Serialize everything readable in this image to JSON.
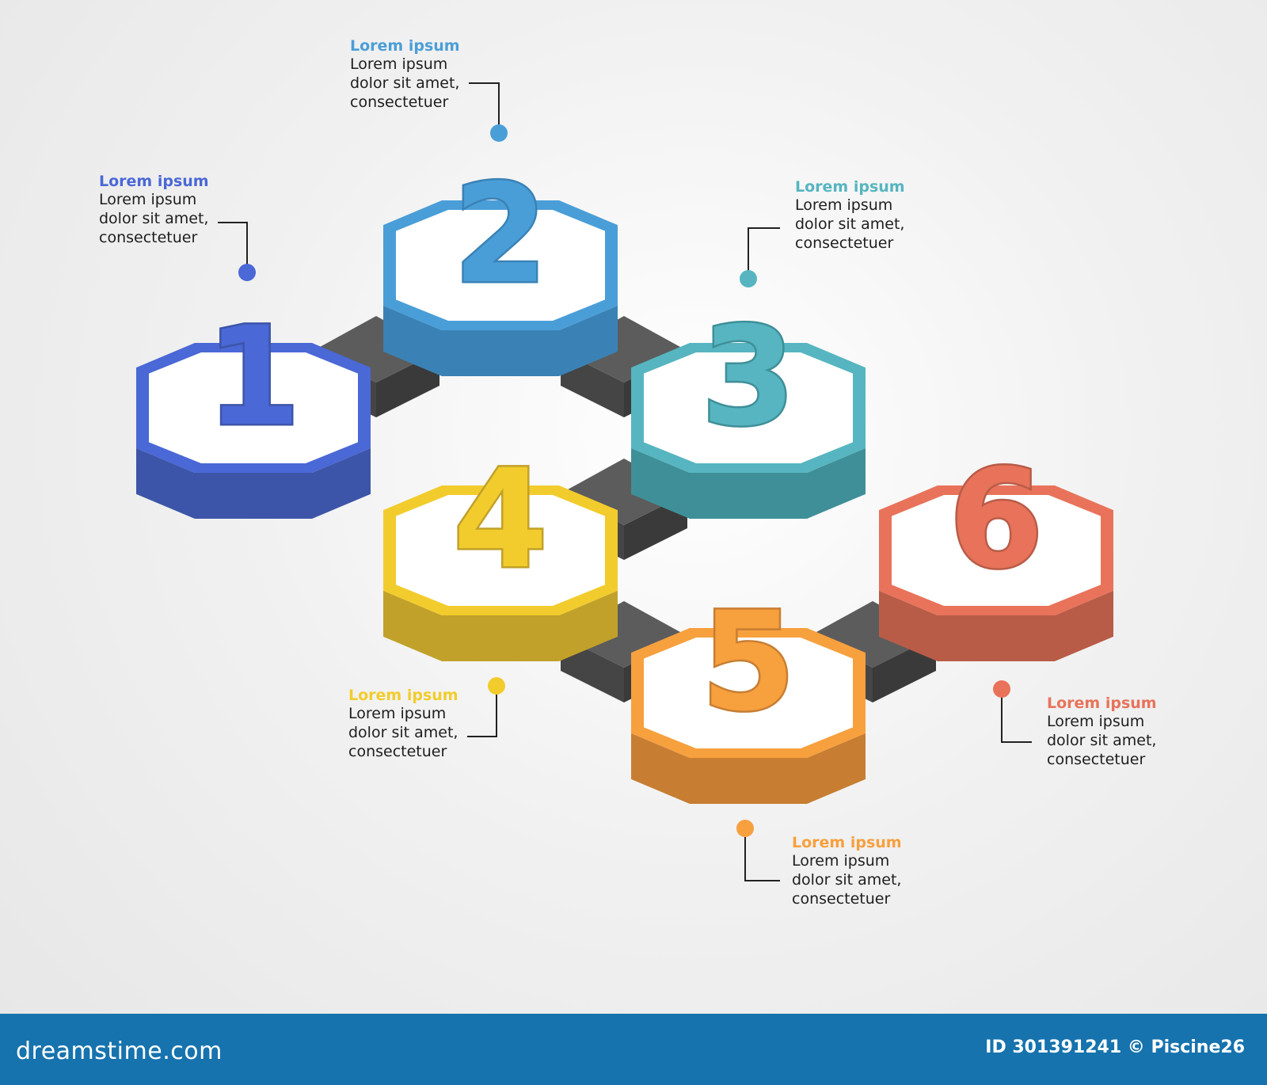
{
  "colors": {
    "step1": "#4a68d6",
    "step1_dark": "#3d55a8",
    "step2": "#4a9ed8",
    "step2_dark": "#3a82b5",
    "step3": "#56b5c0",
    "step3_dark": "#3f8f98",
    "step4": "#f2cc2c",
    "step4_dark": "#c1a12a",
    "step5": "#f7a03e",
    "step5_dark": "#c77e33",
    "step6": "#e8735a",
    "step6_dark": "#b85c48",
    "connector_top": "#5c5c5c",
    "connector_side": "#454545"
  },
  "steps": [
    {
      "number": "1",
      "title": "Lorem ipsum",
      "lines": [
        "Lorem ipsum",
        "dolor sit amet,",
        "consectetuer"
      ]
    },
    {
      "number": "2",
      "title": "Lorem ipsum",
      "lines": [
        "Lorem ipsum",
        "dolor sit amet,",
        "consectetuer"
      ]
    },
    {
      "number": "3",
      "title": "Lorem ipsum",
      "lines": [
        "Lorem ipsum",
        "dolor sit amet,",
        "consectetuer"
      ]
    },
    {
      "number": "4",
      "title": "Lorem ipsum",
      "lines": [
        "Lorem ipsum",
        "dolor sit amet,",
        "consectetuer"
      ]
    },
    {
      "number": "5",
      "title": "Lorem ipsum",
      "lines": [
        "Lorem ipsum",
        "dolor sit amet,",
        "consectetuer"
      ]
    },
    {
      "number": "6",
      "title": "Lorem ipsum",
      "lines": [
        "Lorem ipsum",
        "dolor sit amet,",
        "consectetuer"
      ]
    }
  ],
  "footer": {
    "brand": "dreamstime.com",
    "id_text": "ID 301391241 © Piscine26"
  }
}
